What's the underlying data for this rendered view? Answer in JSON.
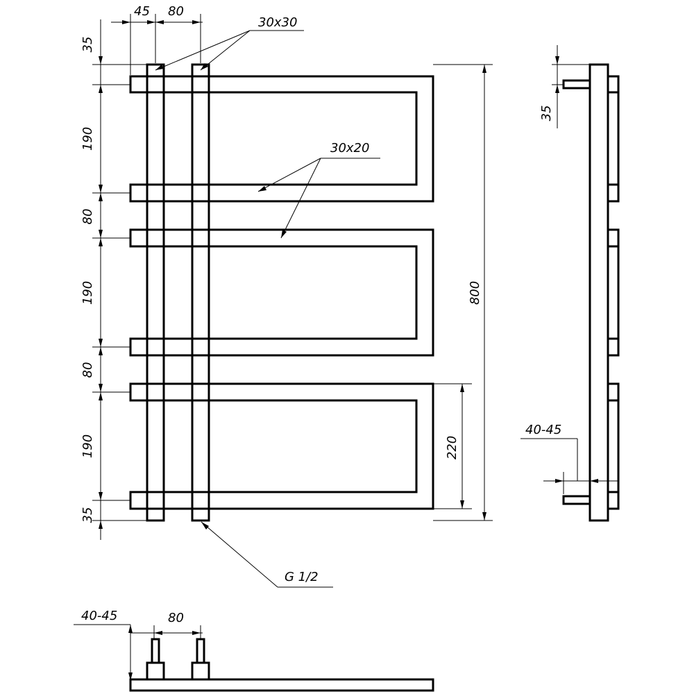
{
  "labels": {
    "top_offset": "45",
    "top_spacing": "80",
    "collector_section": "30x30",
    "bar_section": "30x20",
    "top_margin": "35",
    "section_height_1": "190",
    "gap_1": "80",
    "section_height_2": "190",
    "gap_2": "80",
    "section_height_3": "190",
    "bottom_margin": "35",
    "total_height": "800",
    "bottom_section_height": "220",
    "connection": "G 1/2",
    "side_top_offset": "35",
    "side_wall_distance": "40-45",
    "bottom_wall_distance": "40-45",
    "bottom_spacing": "80"
  }
}
